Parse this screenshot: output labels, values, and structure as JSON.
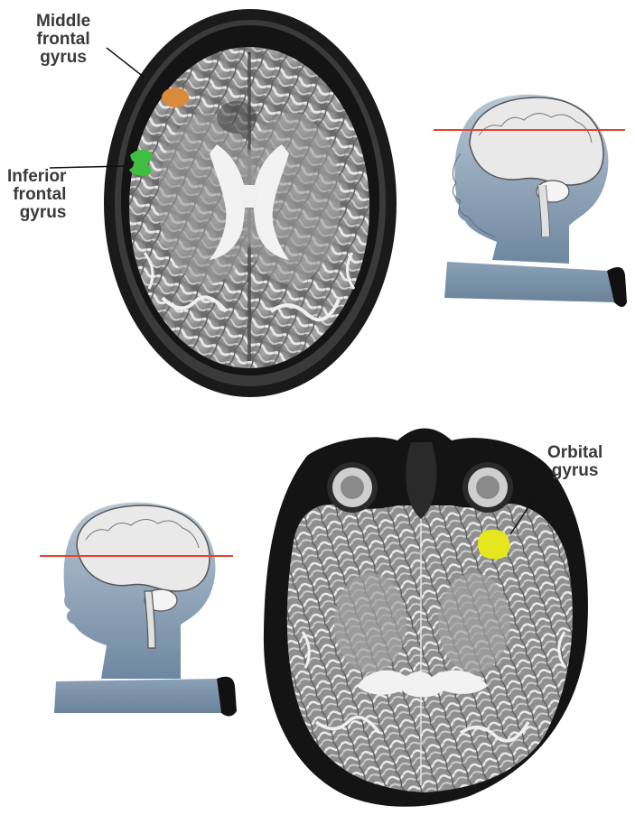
{
  "labels": {
    "middle_frontal": [
      "Middle",
      "frontal",
      "gyrus"
    ],
    "inferior_frontal": [
      "Inferior",
      "frontal",
      "gyrus"
    ],
    "orbital": [
      "Orbital",
      "gyrus"
    ]
  },
  "colors": {
    "middle_frontal": "#d98a3a",
    "inferior_frontal": "#3fbf3f",
    "orbital": "#e6e61e",
    "slice_line": "#e8412c",
    "body": "#7e94aa",
    "brain": "#e9e9e9"
  }
}
